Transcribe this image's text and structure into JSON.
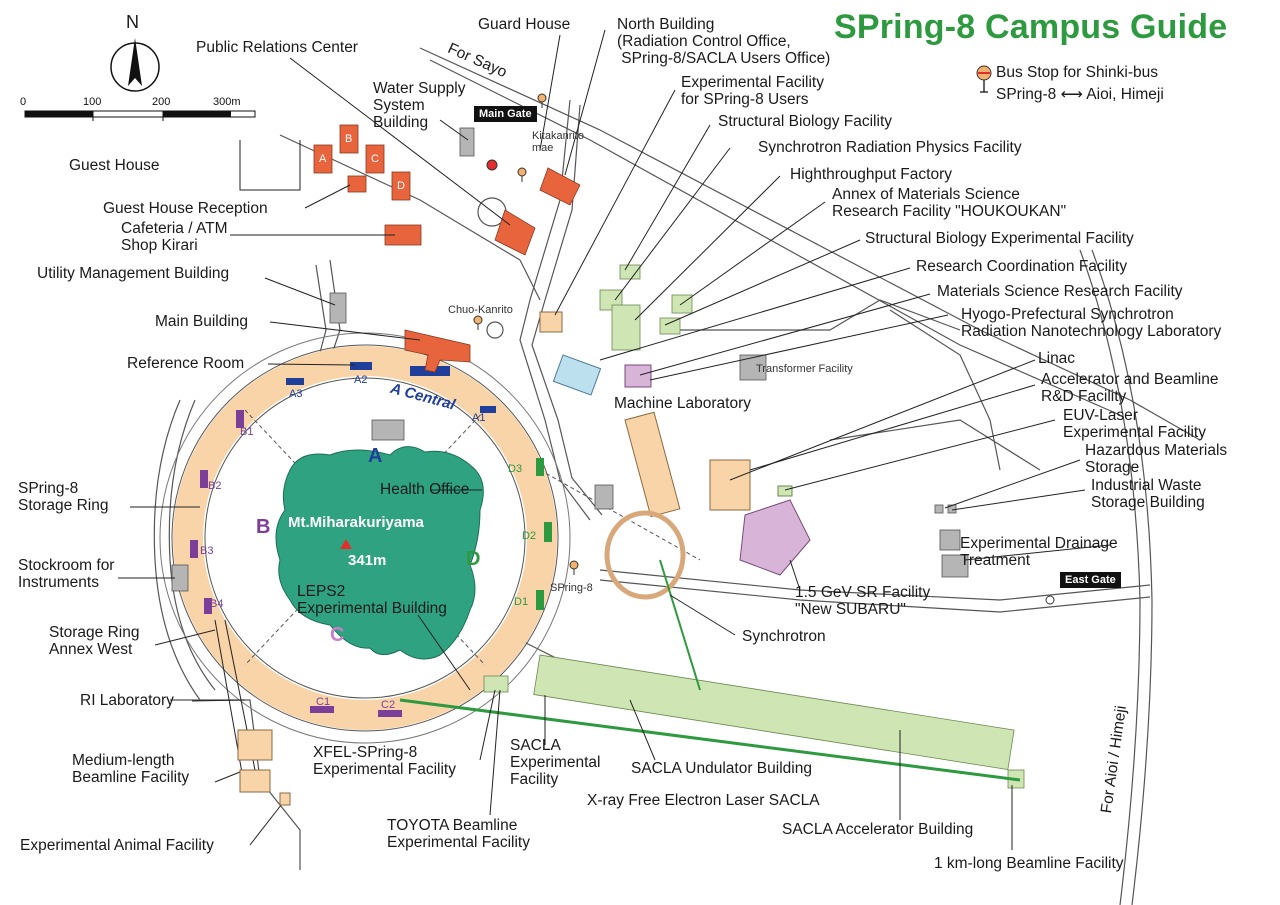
{
  "title": "SPring-8 Campus Guide",
  "legend": {
    "bus_stop_line1": "Bus Stop for Shinki-bus",
    "bus_stop_line2": "SPring-8 ⟷ Aioi, Himeji"
  },
  "compass": {
    "north": "N"
  },
  "scale": {
    "ticks": [
      "0",
      "100",
      "200",
      "300m"
    ]
  },
  "gates": {
    "main": "Main Gate",
    "east": "East Gate"
  },
  "directions": {
    "sayo": "For Sayo",
    "aioi": "For Aioi / Himeji"
  },
  "bus_stops": {
    "kitakanrito": "Kitakanrito\nmae",
    "chuo": "Chuo-Kanrito",
    "spring8": "SPring-8"
  },
  "mountain": {
    "name": "Mt.Miharakuriyama",
    "height": "341m"
  },
  "sectors": {
    "a": "A",
    "b": "B",
    "c": "C",
    "d": "D",
    "a_central": "A Central"
  },
  "segments": [
    "A1",
    "A2",
    "A3",
    "B1",
    "B2",
    "B3",
    "B4",
    "C1",
    "C2",
    "D1",
    "D2",
    "D3"
  ],
  "guest_house_blocks": [
    "A",
    "B",
    "C",
    "D"
  ],
  "labels": {
    "public_relations": "Public Relations Center",
    "guard_house": "Guard House",
    "north_building": "North Building\n(Radiation Control Office,\n SPring-8/SACLA Users Office)",
    "water_supply": "Water Supply\nSystem\nBuilding",
    "exp_facility_users": "Experimental Facility\nfor SPring-8 Users",
    "structural_bio": "Structural Biology Facility",
    "sync_rad_physics": "Synchrotron Radiation Physics Facility",
    "highthroughput": "Highthroughput Factory",
    "annex_materials": "Annex of Materials Science\nResearch Facility \"HOUKOUKAN\"",
    "structural_bio_exp": "Structural Biology Experimental Facility",
    "research_coord": "Research Coordination Facility",
    "materials_science": "Materials Science Research Facility",
    "hyogo": "Hyogo-Prefectural Synchrotron\nRadiation Nanotechnology Laboratory",
    "linac": "Linac",
    "accel_beamline": "Accelerator and Beamline\nR&D Facility",
    "euv_laser": "EUV-Laser\nExperimental Facility",
    "hazardous": "Hazardous Materials\nStorage",
    "industrial_waste": "Industrial Waste\nStorage Building",
    "exp_drainage": "Experimental Drainage\nTreatment",
    "new_subaru": "1.5 GeV SR Facility\n\"New SUBARU\"",
    "synchrotron": "Synchrotron",
    "transformer": "Transformer Facility",
    "machine_lab": "Machine Laboratory",
    "guest_house": "Guest House",
    "guest_reception": "Guest House Reception",
    "cafeteria": "Cafeteria / ATM\nShop Kirari",
    "utility": "Utility Management Building",
    "main_building": "Main Building",
    "reference_room": "Reference Room",
    "storage_ring": "SPring-8\nStorage Ring",
    "stockroom": "Stockroom for\nInstruments",
    "storage_annex": "Storage Ring\nAnnex West",
    "ri_lab": "RI Laboratory",
    "medium_beamline": "Medium-length\nBeamline Facility",
    "animal": "Experimental Animal Facility",
    "xfel_exp": "XFEL-SPring-8\nExperimental Facility",
    "toyota": "TOYOTA Beamline\nExperimental Facility",
    "sacla_exp": "SACLA\nExperimental\nFacility",
    "sacla_undulator": "SACLA Undulator Building",
    "xray_fel": "X-ray Free Electron Laser SACLA",
    "sacla_accel": "SACLA Accelerator Building",
    "km_beamline": "1 km-long Beamline Facility",
    "health_office": "Health Office",
    "leps2": "LEPS2\nExperimental Building"
  },
  "colors": {
    "title": "#2e9a3f",
    "ring": "#f8d4a8",
    "visitor_buildings": "#e8643c",
    "research_green": "#cfe6b4",
    "mountain": "#2fa381",
    "beamline_blue": "#1f3f9a",
    "beamline_purple": "#7b3f9a",
    "beamline_green": "#2e9a3f",
    "new_subaru": "#d8b4d8",
    "gray_building": "#b5b5b5"
  }
}
